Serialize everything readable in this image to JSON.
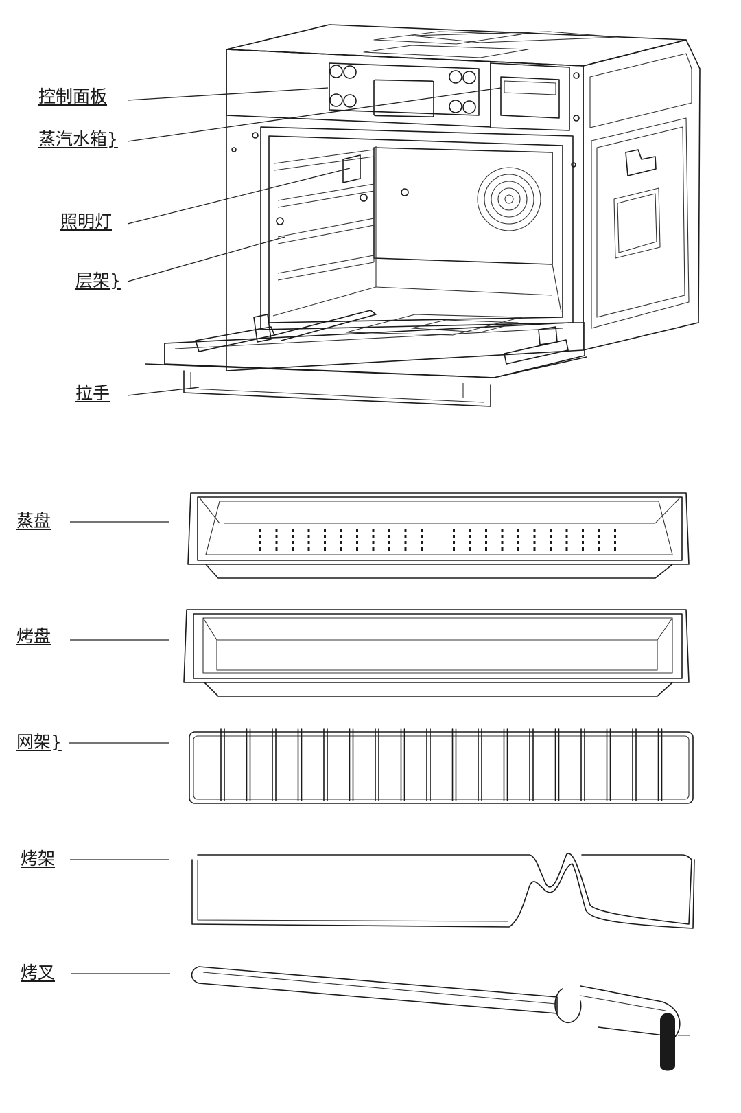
{
  "oven_labels": {
    "control_panel": "控制面板",
    "steam_water_tank": "蒸汽水箱}",
    "lamp": "照明灯",
    "shelf_rails": "层架}",
    "handle": "拉手"
  },
  "accessory_labels": {
    "steam_tray": "蒸盘",
    "baking_tray": "烤盘",
    "wire_rack": "网架}",
    "grill_rack": "烤架",
    "rotisserie_fork": "烤叉"
  },
  "colors": {
    "line": "#1b1b1b",
    "background": "#ffffff"
  }
}
